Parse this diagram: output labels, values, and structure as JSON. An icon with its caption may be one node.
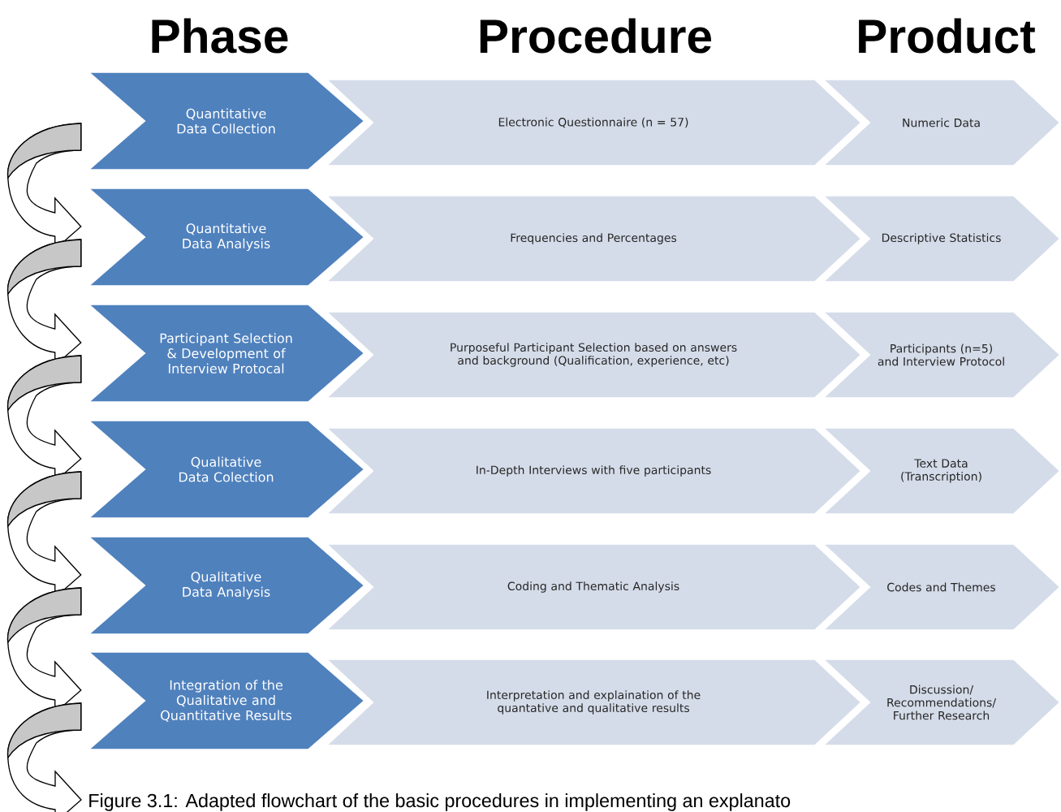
{
  "diagram": {
    "caption": "Figure 3.1: Adapted flowchart of the basic procedures in implementing an explanato",
    "labels": [
      "Phase",
      "Procedure",
      "Product"
    ],
    "nodes": [
      {
        "text": [
          "Quantitative Data Collection"
        ]
      },
      {
        "text": [
          "Electronic Questionnaire (n = 57)"
        ]
      },
      {
        "text": [
          "Numeric Data"
        ]
      },
      {
        "text": [
          "Quantitative Data Analysis"
        ]
      },
      {
        "text": [
          "Frequencies and Percentages"
        ]
      },
      {
        "text": [
          "Descriptive Statistics"
        ]
      },
      {
        "text": [
          "Participant Selection & Development of Interview Protocal"
        ]
      },
      {
        "text": [
          "Purposeful Participant Selection based on answers and background (Qualification, experience, etc)"
        ]
      },
      {
        "text": [
          "Participants (n=5) and Interview Protocol"
        ]
      },
      {
        "text": [
          "Qualitative Data Colection"
        ]
      },
      {
        "text": [
          "In-Depth Interviews with five participants"
        ]
      },
      {
        "text": [
          "Text Data (Transcription)"
        ]
      },
      {
        "text": [
          "Qualitative Data Analysis"
        ]
      },
      {
        "text": [
          "Coding and Thematic Analysis"
        ]
      },
      {
        "text": [
          "Codes and Themes"
        ]
      },
      {
        "text": [
          "Integration of the Qualitative and Quantitative Results"
        ]
      },
      {
        "text": [
          "Interpretation and explaination of the quantative and qualitative results"
        ]
      },
      {
        "text": [
          "Discussion/ Recommendations/ Further Research"
        ]
      }
    ],
    "edges": [
      {
        "from": 0,
        "to": 3,
        "arrow": "to"
      },
      {
        "from": 3,
        "to": 6,
        "arrow": "to"
      },
      {
        "from": 6,
        "to": 9,
        "arrow": "to"
      },
      {
        "from": 9,
        "to": 12,
        "arrow": "to"
      },
      {
        "from": 12,
        "to": 15,
        "arrow": "to"
      },
      {
        "from": 15,
        "to": null,
        "arrow": "to"
      }
    ]
  }
}
